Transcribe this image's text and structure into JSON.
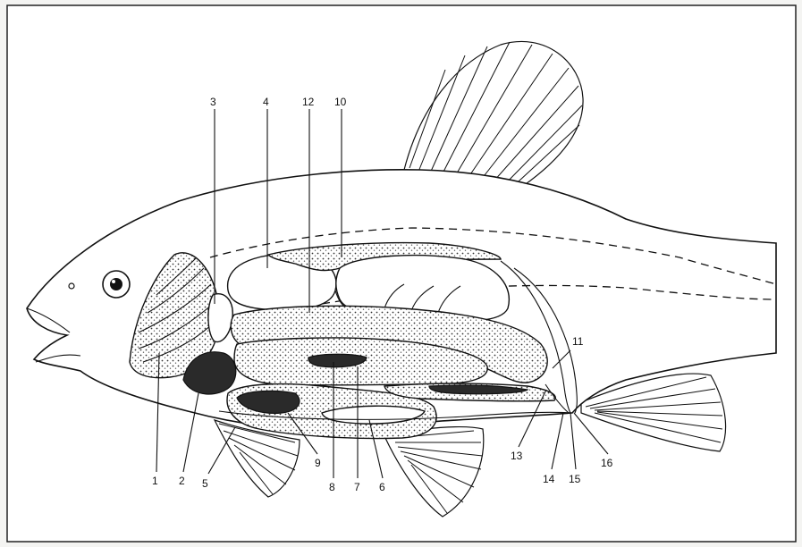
{
  "diagram": {
    "labels": [
      {
        "id": "1",
        "text": "1"
      },
      {
        "id": "2",
        "text": "2"
      },
      {
        "id": "3",
        "text": "3"
      },
      {
        "id": "4",
        "text": "4"
      },
      {
        "id": "5",
        "text": "5"
      },
      {
        "id": "6",
        "text": "6"
      },
      {
        "id": "7",
        "text": "7"
      },
      {
        "id": "8",
        "text": "8"
      },
      {
        "id": "9",
        "text": "9"
      },
      {
        "id": "10",
        "text": "10"
      },
      {
        "id": "11",
        "text": "11"
      },
      {
        "id": "12",
        "text": "12"
      },
      {
        "id": "13",
        "text": "13"
      },
      {
        "id": "14",
        "text": "14"
      },
      {
        "id": "15",
        "text": "15"
      },
      {
        "id": "16",
        "text": "16"
      }
    ]
  },
  "colors": {
    "ink": "#111111",
    "paper": "#ffffff",
    "background": "#f4f4f2"
  }
}
